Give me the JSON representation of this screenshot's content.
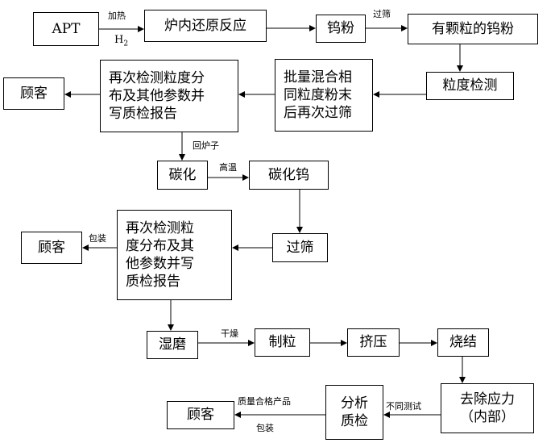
{
  "boxes": {
    "apt": "APT",
    "furnace_reduction": "炉内还原反应",
    "tungsten_powder": "钨粉",
    "granular_tungsten_powder": "有颗粒的钨粉",
    "particle_size_test": "粒度检测",
    "batch_mix_sieve": "批量混合相\n同粒度粉末\n后再次过筛",
    "recheck_report_1": "再次检测粒度分\n布及其他参数并\n写质检报告",
    "customer_1": "顾客",
    "carbonization": "碳化",
    "tungsten_carbide": "碳化钨",
    "sieve": "过筛",
    "recheck_report_2": "再次检测粒\n度分布及其\n他参数并写\n质检报告",
    "customer_2": "顾客",
    "wet_milling": "湿磨",
    "granulation": "制粒",
    "extrusion": "挤压",
    "sintering": "烧结",
    "stress_relief": "去除应力\n（内部）",
    "analysis_qc": "分析\n质检",
    "customer_3": "顾客"
  },
  "labels": {
    "heating": "加热",
    "h2_main": "H",
    "h2_sub": "2",
    "sieving": "过筛",
    "return_furnace": "回炉子",
    "high_temp": "高温",
    "packaging_1": "包装",
    "drying": "干燥",
    "different_tests": "不同测试",
    "qualified_products": "质量合格产品",
    "packaging_2": "包装"
  }
}
